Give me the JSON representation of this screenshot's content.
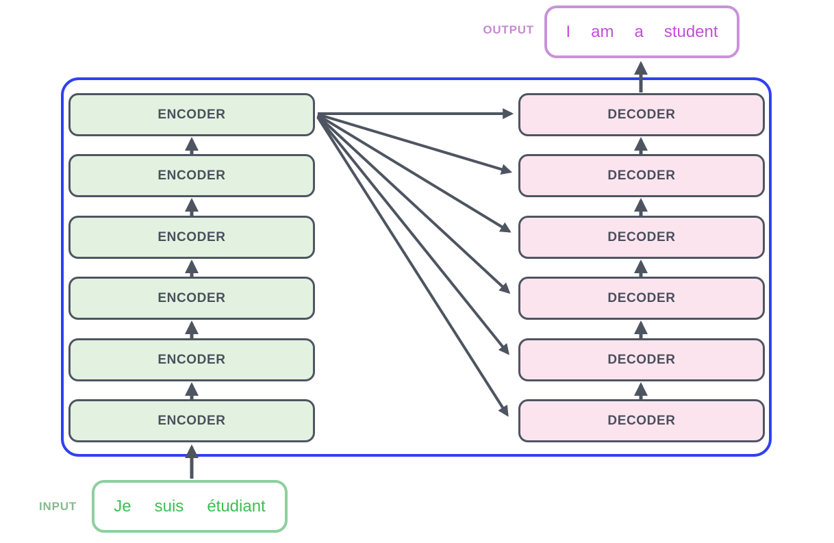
{
  "diagram": {
    "title_hint": "transformer-encoder-decoder-stack",
    "output": {
      "label": "OUTPUT",
      "words": [
        "I",
        "am",
        "a",
        "student"
      ]
    },
    "input": {
      "label": "INPUT",
      "words": [
        "Je",
        "suis",
        "étudiant"
      ]
    },
    "encoders": [
      {
        "label": "ENCODER"
      },
      {
        "label": "ENCODER"
      },
      {
        "label": "ENCODER"
      },
      {
        "label": "ENCODER"
      },
      {
        "label": "ENCODER"
      },
      {
        "label": "ENCODER"
      }
    ],
    "decoders": [
      {
        "label": "DECODER"
      },
      {
        "label": "DECODER"
      },
      {
        "label": "DECODER"
      },
      {
        "label": "DECODER"
      },
      {
        "label": "DECODER"
      },
      {
        "label": "DECODER"
      }
    ]
  },
  "colors": {
    "frame_blue": "#2f41f3",
    "block_border": "#4e5561",
    "arrow": "#4e5561",
    "encoder_fill": "#e3f2e0",
    "decoder_fill": "#fce4ef",
    "label_text": "#4a505c",
    "output_border": "#c893d8",
    "output_text": "#c04fd8",
    "output_label": "#c48cce",
    "input_border": "#8ecf9e",
    "input_text": "#3cbf53",
    "input_label": "#87ba91"
  }
}
